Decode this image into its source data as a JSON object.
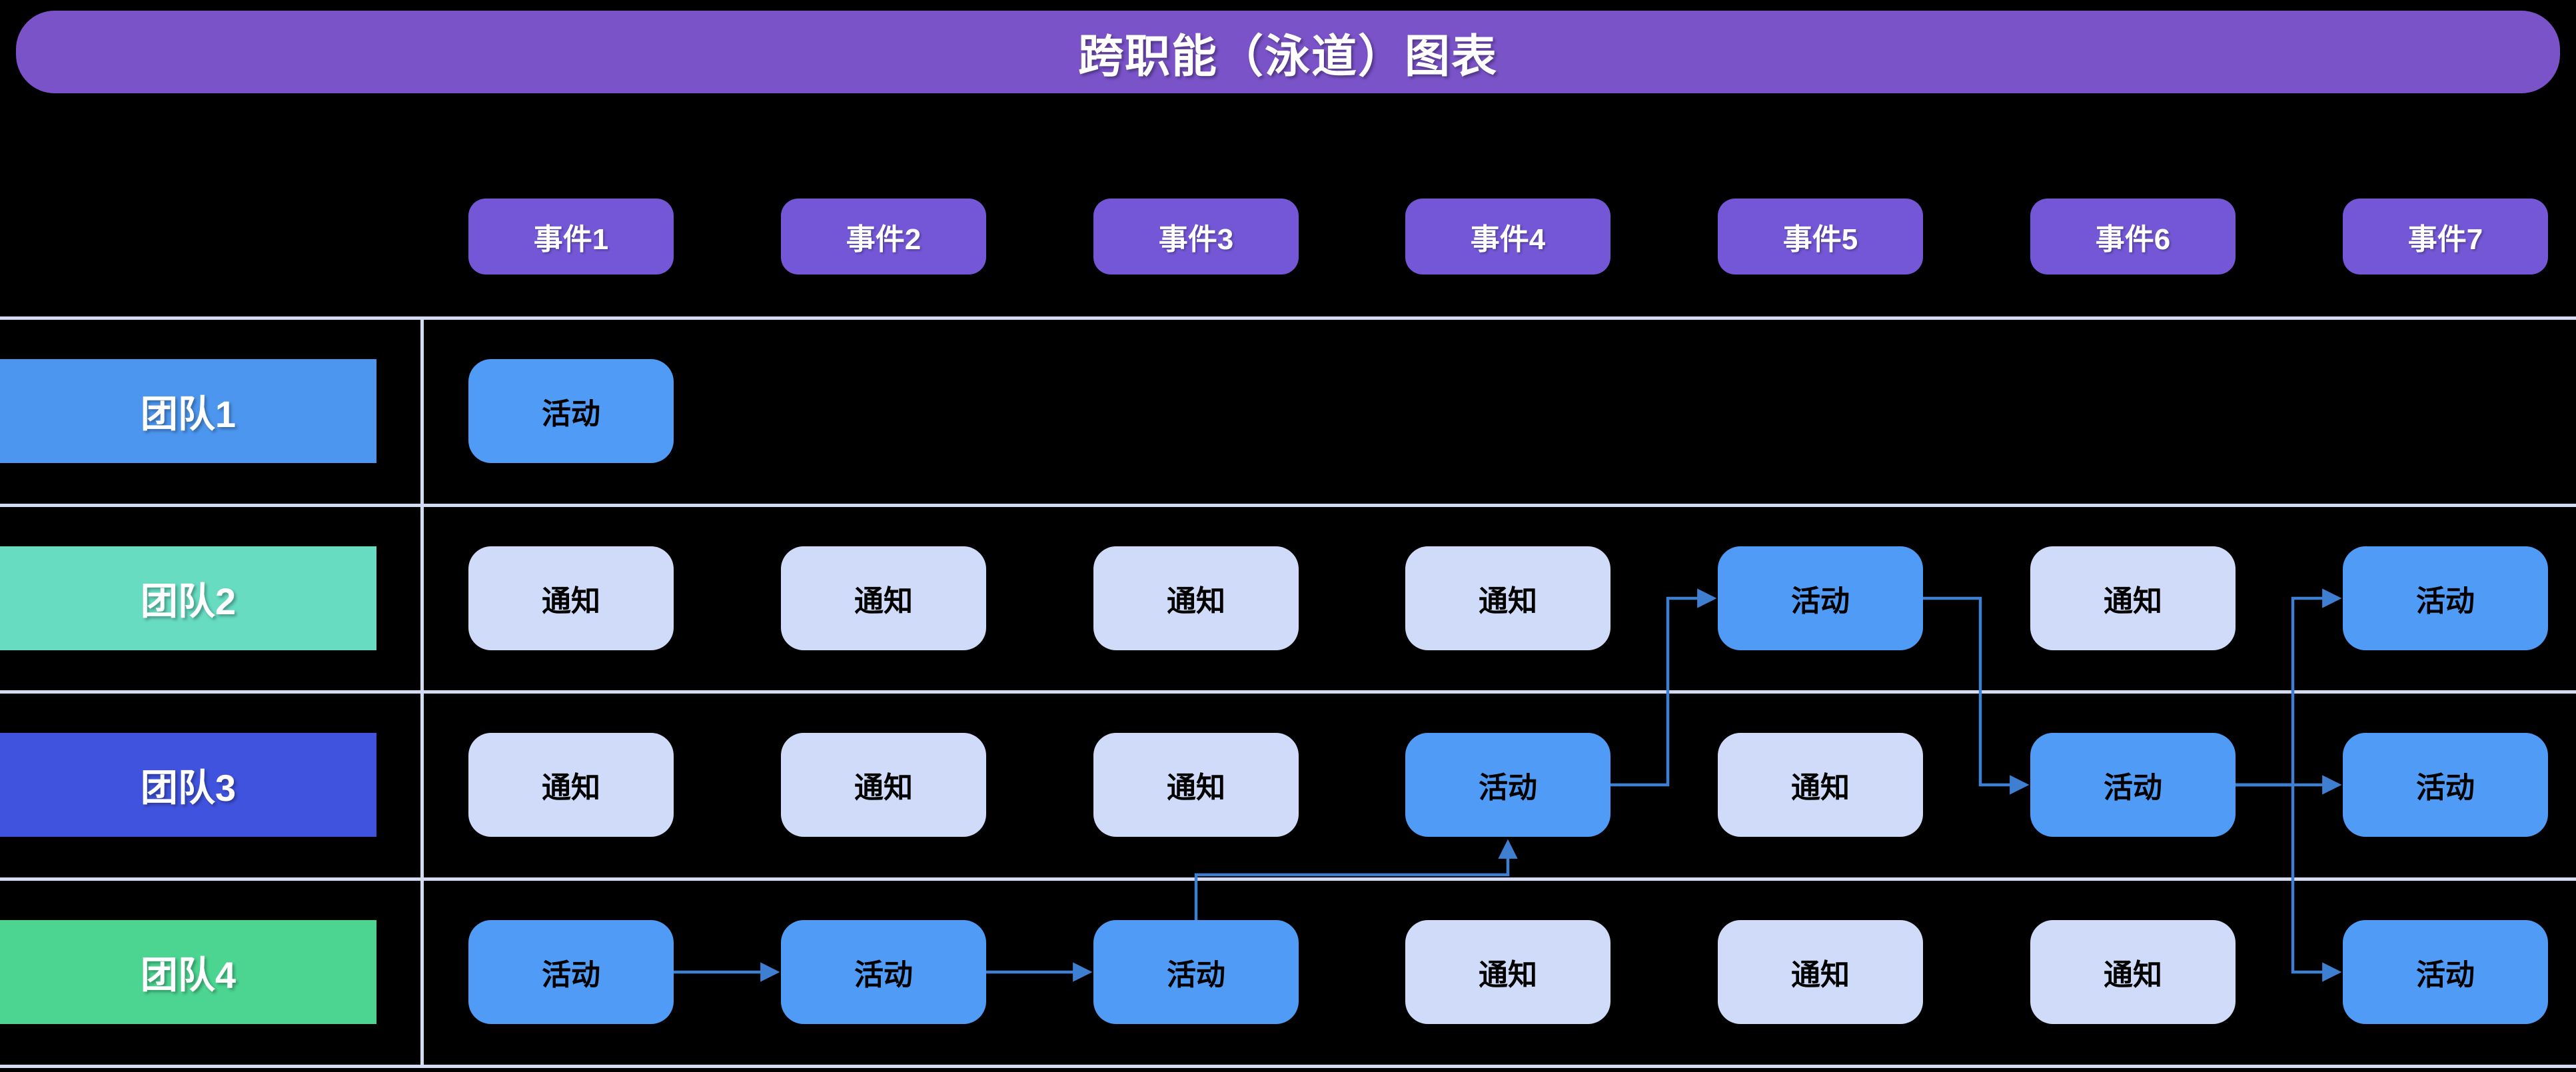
{
  "title": "跨职能（泳道）图表",
  "colors": {
    "background": "#000000",
    "title_bg": "#7A53C9",
    "event_bg": "#7457D6",
    "activity_bg": "#4F9BF5",
    "notify_bg": "#CFDBF8",
    "grid_line": "#D3DBF3",
    "arrow": "#3F7FD2",
    "text_on_dark": "#FFFFFF",
    "text_on_light": "#000000"
  },
  "events": [
    "事件1",
    "事件2",
    "事件3",
    "事件4",
    "事件5",
    "事件6",
    "事件7"
  ],
  "teams": [
    {
      "label": "团队1",
      "color": "#4C96EF"
    },
    {
      "label": "团队2",
      "color": "#67DCC1"
    },
    {
      "label": "团队3",
      "color": "#4053DE"
    },
    {
      "label": "团队4",
      "color": "#4BD591"
    }
  ],
  "cell_labels": {
    "activity": "活动",
    "notify": "通知"
  },
  "grid": [
    [
      "activity",
      null,
      null,
      null,
      null,
      null,
      null
    ],
    [
      "notify",
      "notify",
      "notify",
      "notify",
      "activity",
      "notify",
      "activity"
    ],
    [
      "notify",
      "notify",
      "notify",
      "activity",
      "notify",
      "activity",
      "activity"
    ],
    [
      "activity",
      "activity",
      "activity",
      "notify",
      "notify",
      "notify",
      "activity"
    ]
  ],
  "connections": [
    {
      "from": "r4c1",
      "to": "r4c2"
    },
    {
      "from": "r4c2",
      "to": "r4c3"
    },
    {
      "from": "r4c3",
      "to": "r3c4"
    },
    {
      "from": "r3c4",
      "to": "r2c5"
    },
    {
      "from": "r2c5",
      "to": "r3c6"
    },
    {
      "from": "r3c6",
      "to": "r3c7"
    },
    {
      "from": "r3c6",
      "to": "r2c7"
    },
    {
      "from": "r3c6",
      "to": "r4c7"
    }
  ]
}
